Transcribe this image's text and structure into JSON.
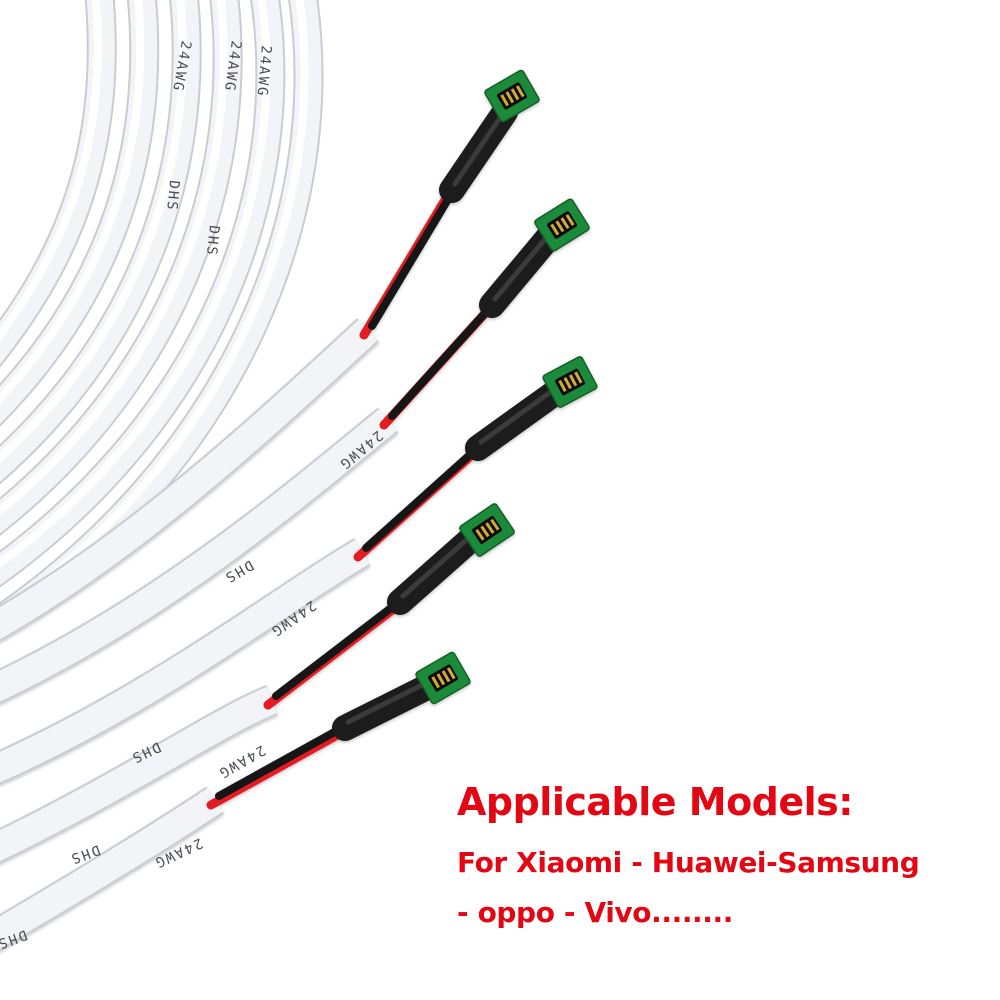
{
  "caption": {
    "headline": "Applicable Models:",
    "line1": "For Xiaomi - Huawei-Samsung",
    "line2": "- oppo - Vivo........"
  },
  "cable_print": {
    "gauge": "24AWG",
    "maker": "DHS"
  },
  "colors": {
    "caption": "#e30613",
    "background": "#ffffff",
    "cable_sheath": "#f3f4f7",
    "wire_red": "#e31b23",
    "wire_black": "#141414",
    "heatshrink": "#1c1c1c",
    "pcb": "#1f8a3a",
    "contact": "#d4a93a"
  }
}
